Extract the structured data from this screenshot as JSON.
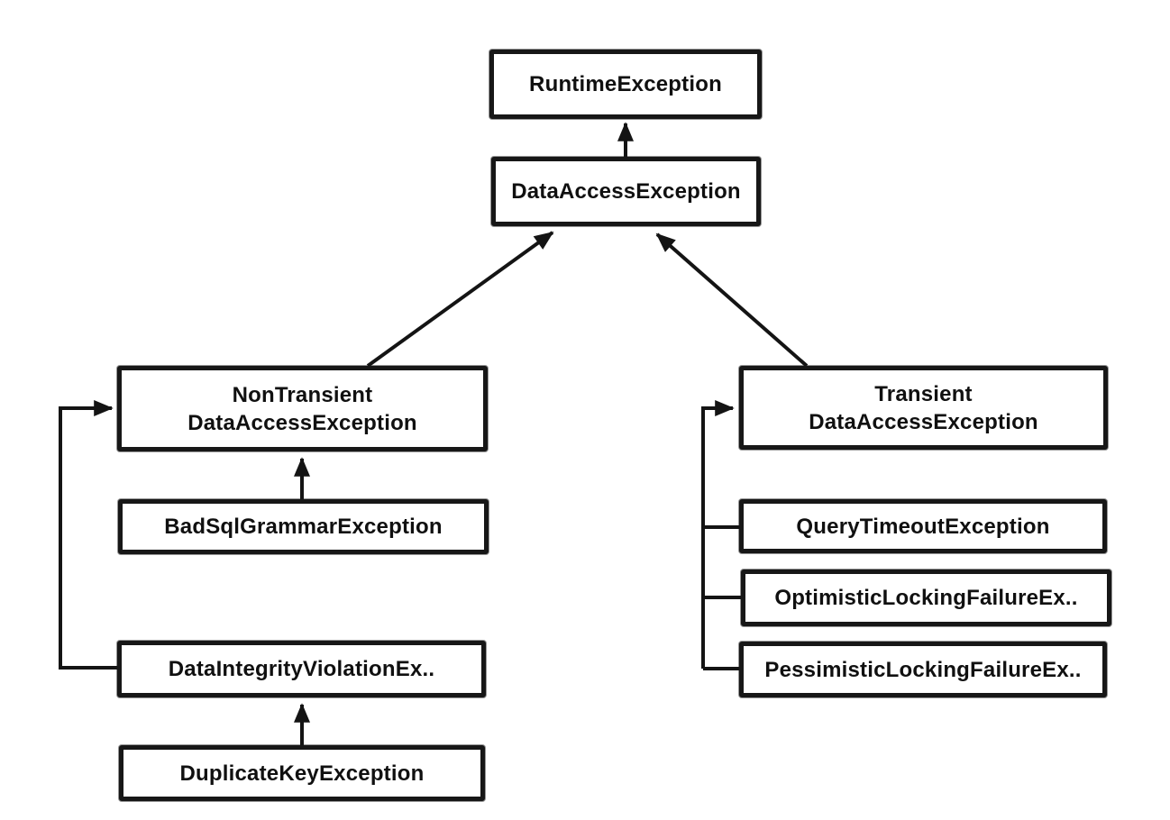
{
  "diagram": {
    "type": "class-hierarchy",
    "background_color": "#ffffff",
    "line_color": "#141414",
    "box_border_color": "#171717",
    "nodes": {
      "runtime": {
        "label": "RuntimeException"
      },
      "data_access": {
        "label": "DataAccessException"
      },
      "non_transient": {
        "line1": "NonTransient",
        "line2": "DataAccessException"
      },
      "bad_sql": {
        "label": "BadSqlGrammarException"
      },
      "data_integrity": {
        "label": "DataIntegrityViolationEx.."
      },
      "duplicate_key": {
        "label": "DuplicateKeyException"
      },
      "transient": {
        "line1": "Transient",
        "line2": "DataAccessException"
      },
      "query_timeout": {
        "label": "QueryTimeoutException"
      },
      "optimistic": {
        "label": "OptimisticLockingFailureEx.."
      },
      "pessimistic": {
        "label": "PessimisticLockingFailureEx.."
      }
    },
    "edges": [
      {
        "from": "DataAccessException",
        "to": "RuntimeException",
        "arrow": true
      },
      {
        "from": "NonTransientDataAccessException",
        "to": "DataAccessException",
        "arrow": true
      },
      {
        "from": "TransientDataAccessException",
        "to": "DataAccessException",
        "arrow": true
      },
      {
        "from": "BadSqlGrammarException",
        "to": "NonTransientDataAccessException",
        "arrow": true
      },
      {
        "from": "DataIntegrityViolationEx..",
        "to": "NonTransientDataAccessException",
        "arrow": true
      },
      {
        "from": "DuplicateKeyException",
        "to": "DataIntegrityViolationEx..",
        "arrow": true
      },
      {
        "from": "QueryTimeoutException",
        "to": "TransientDataAccessException",
        "arrow": false
      },
      {
        "from": "OptimisticLockingFailureEx..",
        "to": "TransientDataAccessException",
        "arrow": false
      },
      {
        "from": "PessimisticLockingFailureEx..",
        "to": "TransientDataAccessException",
        "arrow": false
      }
    ]
  }
}
